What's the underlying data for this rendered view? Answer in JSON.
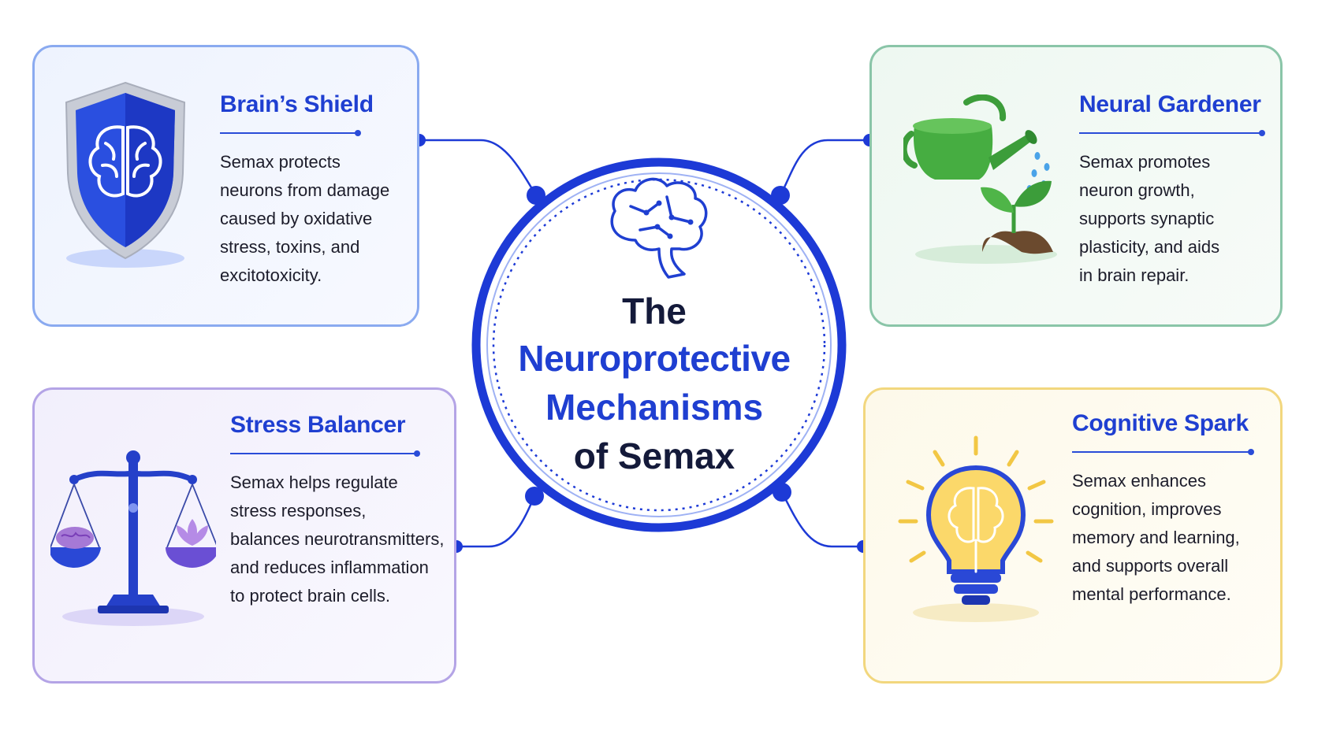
{
  "center": {
    "lines": [
      "The",
      "Neuroprotective",
      "Mechanisms",
      "of Semax"
    ]
  },
  "cards": {
    "shield": {
      "title": "Brain’s Shield",
      "lines": [
        "Semax protects",
        "neurons from damage",
        "caused by oxidative",
        "stress, toxins, and",
        "excitotoxicity."
      ],
      "icon": "shield-brain-icon"
    },
    "garden": {
      "title": "Neural Gardener",
      "lines": [
        "Semax promotes",
        "neuron growth,",
        "supports synaptic",
        "plasticity, and aids",
        "in brain repair."
      ],
      "icon": "watering-can-sprout-icon"
    },
    "stress": {
      "title": "Stress Balancer",
      "lines": [
        "Semax helps regulate",
        "stress responses,",
        "balances neurotransmitters,",
        "and reduces inflammation",
        "to protect brain cells."
      ],
      "icon": "balance-scale-icon"
    },
    "spark": {
      "title": "Cognitive Spark",
      "lines": [
        "Semax enhances",
        "cognition, improves",
        "memory and learning,",
        "and supports overall",
        "mental performance."
      ],
      "icon": "lightbulb-brain-icon"
    }
  },
  "colors": {
    "primary_blue": "#1f3fd1",
    "ring_blue": "#1d3ad6",
    "shield_border": "#8aaaf0",
    "garden_border": "#8ac5a8",
    "stress_border": "#b4a4e6",
    "spark_border": "#f2d77e",
    "text_dark": "#1c1c2a"
  }
}
